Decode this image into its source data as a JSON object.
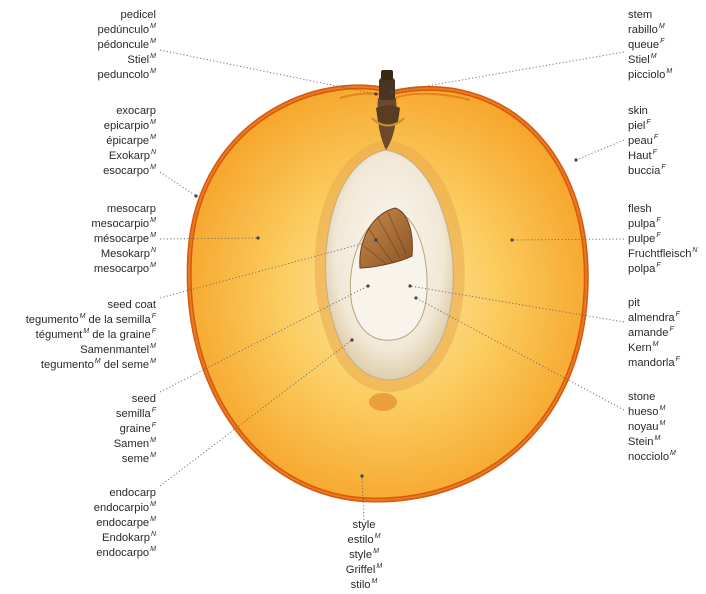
{
  "labels": [
    {
      "id": "pedicel",
      "side": "left",
      "terms": [
        {
          "text": "pedicel",
          "g": ""
        },
        {
          "text": "pedúnculo",
          "g": "M"
        },
        {
          "text": "pédoncule",
          "g": "M"
        },
        {
          "text": "Stiel",
          "g": "M"
        },
        {
          "text": "peduncolo",
          "g": "M"
        }
      ]
    },
    {
      "id": "exocarp",
      "side": "left",
      "terms": [
        {
          "text": "exocarp",
          "g": ""
        },
        {
          "text": "epicarpio",
          "g": "M"
        },
        {
          "text": "épicarpe",
          "g": "M"
        },
        {
          "text": "Exokarp",
          "g": "N"
        },
        {
          "text": "esocarpo",
          "g": "M"
        }
      ]
    },
    {
      "id": "mesocarp",
      "side": "left",
      "terms": [
        {
          "text": "mesocarp",
          "g": ""
        },
        {
          "text": "mesocarpio",
          "g": "M"
        },
        {
          "text": "mésocarpe",
          "g": "M"
        },
        {
          "text": "Mesokarp",
          "g": "N"
        },
        {
          "text": "mesocarpo",
          "g": "M"
        }
      ]
    },
    {
      "id": "seed-coat",
      "side": "left",
      "terms": [
        {
          "text": "seed coat",
          "g": ""
        },
        {
          "text": "tegumento",
          "g": "M",
          "rest": " de la semilla",
          "g2": "F"
        },
        {
          "text": "tégument",
          "g": "M",
          "rest": " de la graine",
          "g2": "F"
        },
        {
          "text": "Samenmantel",
          "g": "M"
        },
        {
          "text": "tegumento",
          "g": "M",
          "rest": " del seme",
          "g2": "M"
        }
      ]
    },
    {
      "id": "seed",
      "side": "left",
      "terms": [
        {
          "text": "seed",
          "g": ""
        },
        {
          "text": "semilla",
          "g": "F"
        },
        {
          "text": "graine",
          "g": "F"
        },
        {
          "text": "Samen",
          "g": "M"
        },
        {
          "text": "seme",
          "g": "M"
        }
      ]
    },
    {
      "id": "endocarp",
      "side": "left",
      "terms": [
        {
          "text": "endocarp",
          "g": ""
        },
        {
          "text": "endocarpio",
          "g": "M"
        },
        {
          "text": "endocarpe",
          "g": "M"
        },
        {
          "text": "Endokarp",
          "g": "N"
        },
        {
          "text": "endocarpo",
          "g": "M"
        }
      ]
    },
    {
      "id": "stem",
      "side": "right",
      "terms": [
        {
          "text": "stem",
          "g": ""
        },
        {
          "text": "rabillo",
          "g": "M"
        },
        {
          "text": "queue",
          "g": "F"
        },
        {
          "text": "Stiel",
          "g": "M"
        },
        {
          "text": "picciolo",
          "g": "M"
        }
      ]
    },
    {
      "id": "skin",
      "side": "right",
      "terms": [
        {
          "text": "skin",
          "g": ""
        },
        {
          "text": "piel",
          "g": "F"
        },
        {
          "text": "peau",
          "g": "F"
        },
        {
          "text": "Haut",
          "g": "F"
        },
        {
          "text": "buccia",
          "g": "F"
        }
      ]
    },
    {
      "id": "flesh",
      "side": "right",
      "terms": [
        {
          "text": "flesh",
          "g": ""
        },
        {
          "text": "pulpa",
          "g": "F"
        },
        {
          "text": "pulpe",
          "g": "F"
        },
        {
          "text": "Fruchtfleisch",
          "g": "N"
        },
        {
          "text": "polpa",
          "g": "F"
        }
      ]
    },
    {
      "id": "pit",
      "side": "right",
      "terms": [
        {
          "text": "pit",
          "g": ""
        },
        {
          "text": "almendra",
          "g": "F"
        },
        {
          "text": "amande",
          "g": "F"
        },
        {
          "text": "Kern",
          "g": "M"
        },
        {
          "text": "mandorla",
          "g": "F"
        }
      ]
    },
    {
      "id": "stone",
      "side": "right",
      "terms": [
        {
          "text": "stone",
          "g": ""
        },
        {
          "text": "hueso",
          "g": "M"
        },
        {
          "text": "noyau",
          "g": "M"
        },
        {
          "text": "Stein",
          "g": "M"
        },
        {
          "text": "nocciolo",
          "g": "M"
        }
      ]
    },
    {
      "id": "style",
      "side": "bottom",
      "terms": [
        {
          "text": "style",
          "g": ""
        },
        {
          "text": "estilo",
          "g": "M"
        },
        {
          "text": "style",
          "g": "M"
        },
        {
          "text": "Griffel",
          "g": "M"
        },
        {
          "text": "stilo",
          "g": "M"
        }
      ]
    }
  ],
  "colors": {
    "skin": "#e8711a",
    "flesh": "#f7b53a",
    "flesh_light": "#fde2a0",
    "stone": "#f4ede0",
    "stem": "#4a3522"
  }
}
